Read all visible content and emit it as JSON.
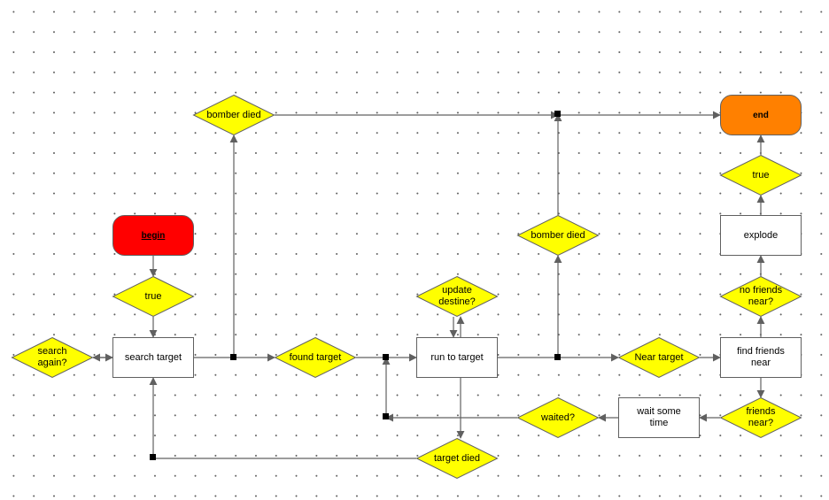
{
  "colors": {
    "start_fill": "#ff0000",
    "end_fill": "#ff8000",
    "decision_fill": "#ffff00",
    "process_fill": "#ffffff",
    "line": "#606060",
    "junction": "#000000"
  },
  "nodes": {
    "begin": "begin",
    "end": "end",
    "true1": "true",
    "search_target": "search target",
    "search_again": "search\nagain?",
    "bomber_died_1": "bomber died",
    "found_target": "found target",
    "update_destine": "update\ndestine?",
    "run_to_target": "run to target",
    "target_died": "target died",
    "bomber_died_2": "bomber died",
    "near_target": "Near target",
    "find_friends_near": "find friends\nnear",
    "friends_near": "friends\nnear?",
    "wait_some_time": "wait some\ntime",
    "waited": "waited?",
    "no_friends_near": "no friends\nnear?",
    "explode": "explode",
    "true2": "true"
  }
}
